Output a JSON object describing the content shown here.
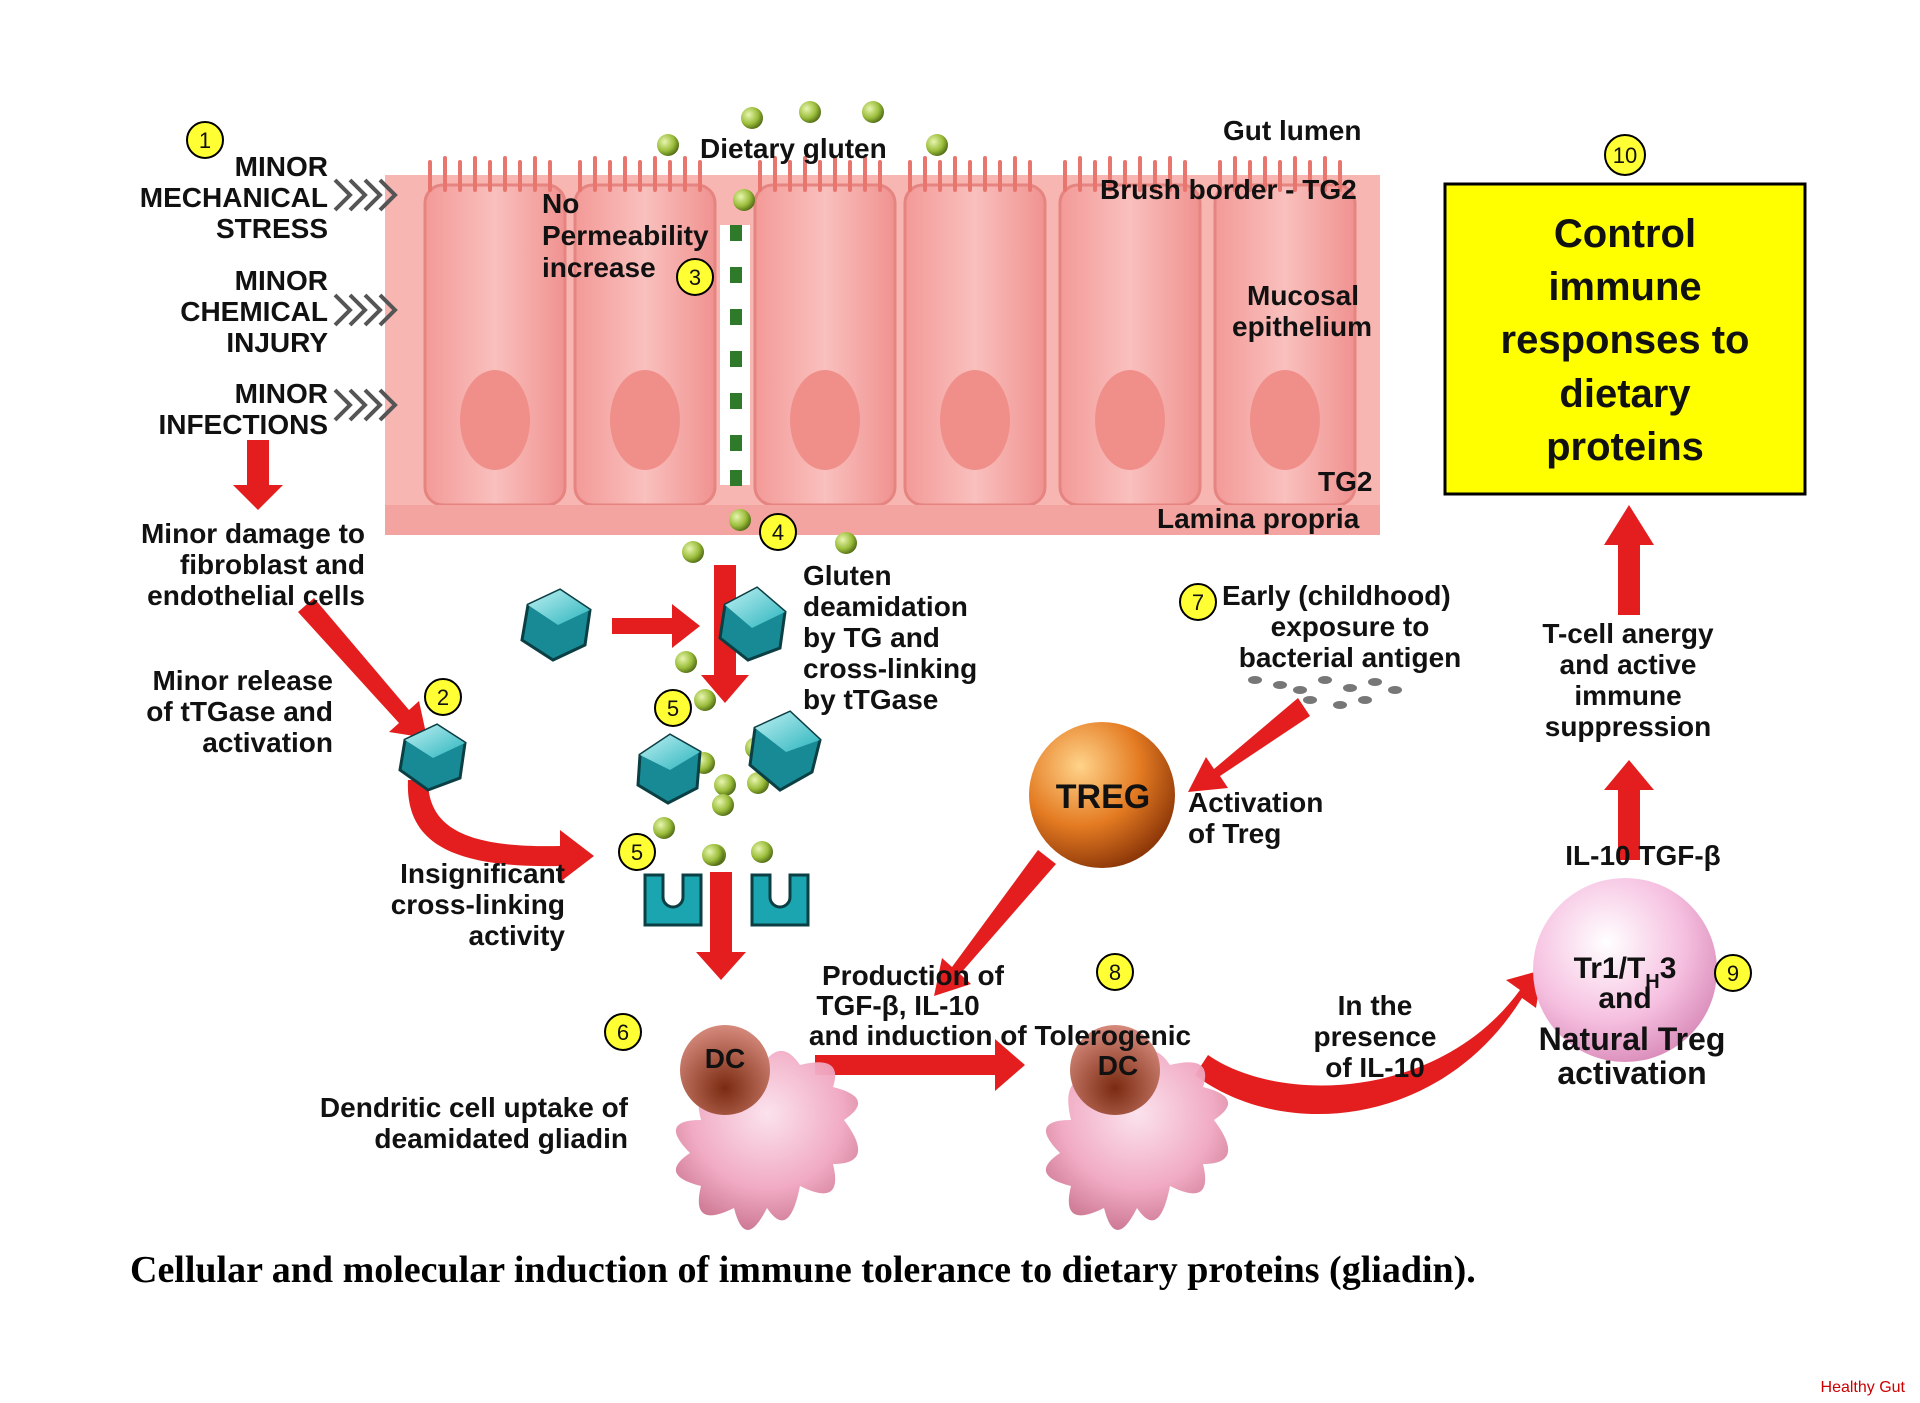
{
  "colors": {
    "arrow_red": "#e41e1e",
    "cell_pink": "#f6a3a1",
    "cell_edge": "#e07070",
    "gluten_green": "#8fb43a",
    "tgase_teal": "#1aa5b0",
    "treg_orange": "#e0782a",
    "dc_pink": "#f2b0c8",
    "box_yellow": "#ffff00",
    "badge_yellow": "#ffff33",
    "footer_red": "#cc0000"
  },
  "badges": [
    "1",
    "2",
    "3",
    "4",
    "5",
    "5",
    "6",
    "7",
    "8",
    "9",
    "10"
  ],
  "labels": {
    "minor_mechanical_1": "MINOR",
    "minor_mechanical_2": "MECHANICAL",
    "minor_mechanical_3": "STRESS",
    "minor_chemical_1": "MINOR",
    "minor_chemical_2": "CHEMICAL",
    "minor_chemical_3": "INJURY",
    "minor_infections_1": "MINOR",
    "minor_infections_2": "INFECTIONS",
    "dietary_gluten": "Dietary gluten",
    "gut_lumen": "Gut lumen",
    "brush_border": "Brush border - TG2",
    "mucosal_1": "Mucosal",
    "mucosal_2": "epithelium",
    "tg2": "TG2",
    "lamina_propria": "Lamina propria",
    "no_perm_1": "No",
    "no_perm_2": "Permeability",
    "no_perm_3": "increase",
    "minor_damage_1": "Minor damage to",
    "minor_damage_2": "fibroblast and",
    "minor_damage_3": "endothelial cells",
    "minor_release_1": "Minor release",
    "minor_release_2": "of tTGase and",
    "minor_release_3": "activation",
    "insig_1": "Insignificant",
    "insig_2": "cross-linking",
    "insig_3": "activity",
    "gluten_deam_1": "Gluten",
    "gluten_deam_2": "deamidation",
    "gluten_deam_3": "by TG and",
    "gluten_deam_4": "cross-linking",
    "gluten_deam_5": "by tTGase",
    "early_1": "Early (childhood)",
    "early_2": "exposure to",
    "early_3": "bacterial antigen",
    "treg": "TREG",
    "activation_treg_1": "Activation",
    "activation_treg_2": "of Treg",
    "production_1": "Production of",
    "production_2": "TGF-β, IL-10",
    "production_3": "and induction of Tolerogenic",
    "dc": "DC",
    "dc2": "DC",
    "dendritic_1": "Dendritic cell uptake of",
    "dendritic_2": "deamidated gliadin",
    "in_presence_1": "In the",
    "in_presence_2": "presence",
    "in_presence_3": "of IL-10",
    "tr1_a": "Tr1/T",
    "tr1_sub": "H",
    "tr1_b": "3",
    "tr1_and": "and",
    "natural_1": "Natural Treg",
    "natural_2": "activation",
    "il10_tgf": "IL-10  TGF-β",
    "tcell_1": "T-cell anergy",
    "tcell_2": "and active",
    "tcell_3": "immune",
    "tcell_4": "suppression",
    "control_1": "Control",
    "control_2": "immune",
    "control_3": "responses to",
    "control_4": "dietary",
    "control_5": "proteins"
  },
  "caption": "Cellular and molecular induction of immune tolerance to dietary proteins (gliadin).",
  "footer": "Healthy Gut"
}
